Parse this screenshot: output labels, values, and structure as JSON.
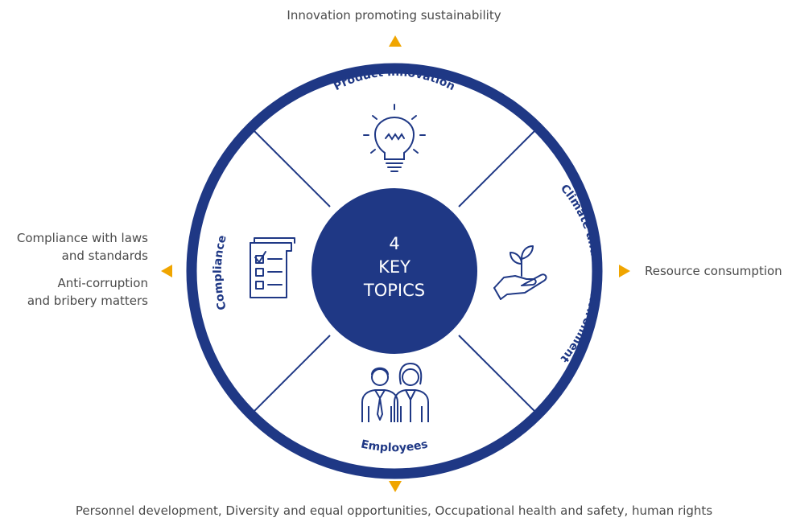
{
  "center": {
    "line1": "4",
    "line2": "KEY",
    "line3": "TOPICS"
  },
  "segments": {
    "top": "Product innovation",
    "right": "Climate and the environment",
    "bottom": "Employees",
    "left": "Compliance"
  },
  "outer": {
    "top": "Innovation promoting sustainability",
    "right": "Resource consumption",
    "left_1a": "Compliance with laws",
    "left_1b": "and standards",
    "left_2a": "Anti-corruption",
    "left_2b": "and bribery matters",
    "bottom": "Personnel development, Diversity and equal opportunities, Occupational health and safety, human rights"
  },
  "icons": {
    "top": "lightbulb-icon",
    "right": "hand-plant-icon",
    "bottom": "people-icon",
    "left": "checklist-icon"
  },
  "colors": {
    "brand": "#1f3885",
    "arrow": "#f0a500",
    "text": "#4a4a4a"
  }
}
